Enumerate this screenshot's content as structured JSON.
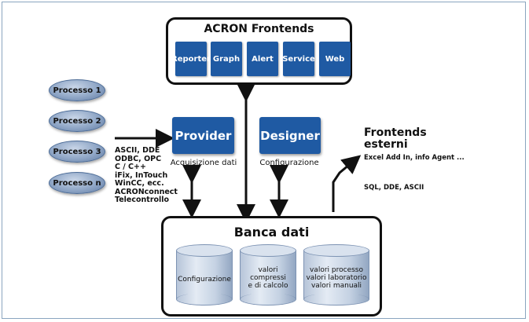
{
  "frontends": {
    "title": "ACRON Frontends",
    "buttons": [
      "Reporter",
      "Graph",
      "Alert",
      "Service",
      "Web"
    ]
  },
  "processes": [
    "Processo 1",
    "Processo 2",
    "Processo 3",
    "Processo n"
  ],
  "protocols": [
    "ASCII, DDE",
    "ODBC, OPC",
    "C / C++",
    "iFix, InTouch",
    "WinCC, ecc.",
    "ACRONconnect",
    "Telecontrollo"
  ],
  "provider": {
    "label": "Provider",
    "caption": "Acquisizione dati"
  },
  "designer": {
    "label": "Designer",
    "caption": "Configurazione"
  },
  "external": {
    "title_line1": "Frontends",
    "title_line2": "esterni",
    "line1": "Excel Add In, info Agent ...",
    "line2": "SQL, DDE, ASCII"
  },
  "database": {
    "title": "Banca dati",
    "cylinders": [
      [
        "Configurazione"
      ],
      [
        "valori",
        "compressi",
        "e di calcolo"
      ],
      [
        "valori processo",
        "valori laboratorio",
        "valori manuali"
      ]
    ]
  }
}
